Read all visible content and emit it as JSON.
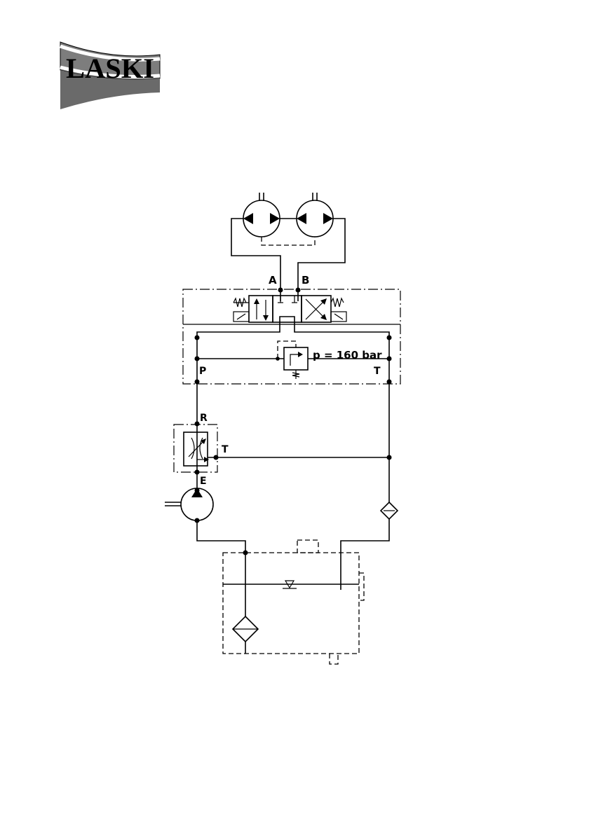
{
  "logo": {
    "text": "LASKI"
  },
  "labels": {
    "port_a": "A",
    "port_b": "B",
    "port_p": "P",
    "port_t_valve": "T",
    "relief_pressure": "p = 160 bar",
    "port_r": "R",
    "port_t_flow": "T",
    "port_e": "E"
  }
}
